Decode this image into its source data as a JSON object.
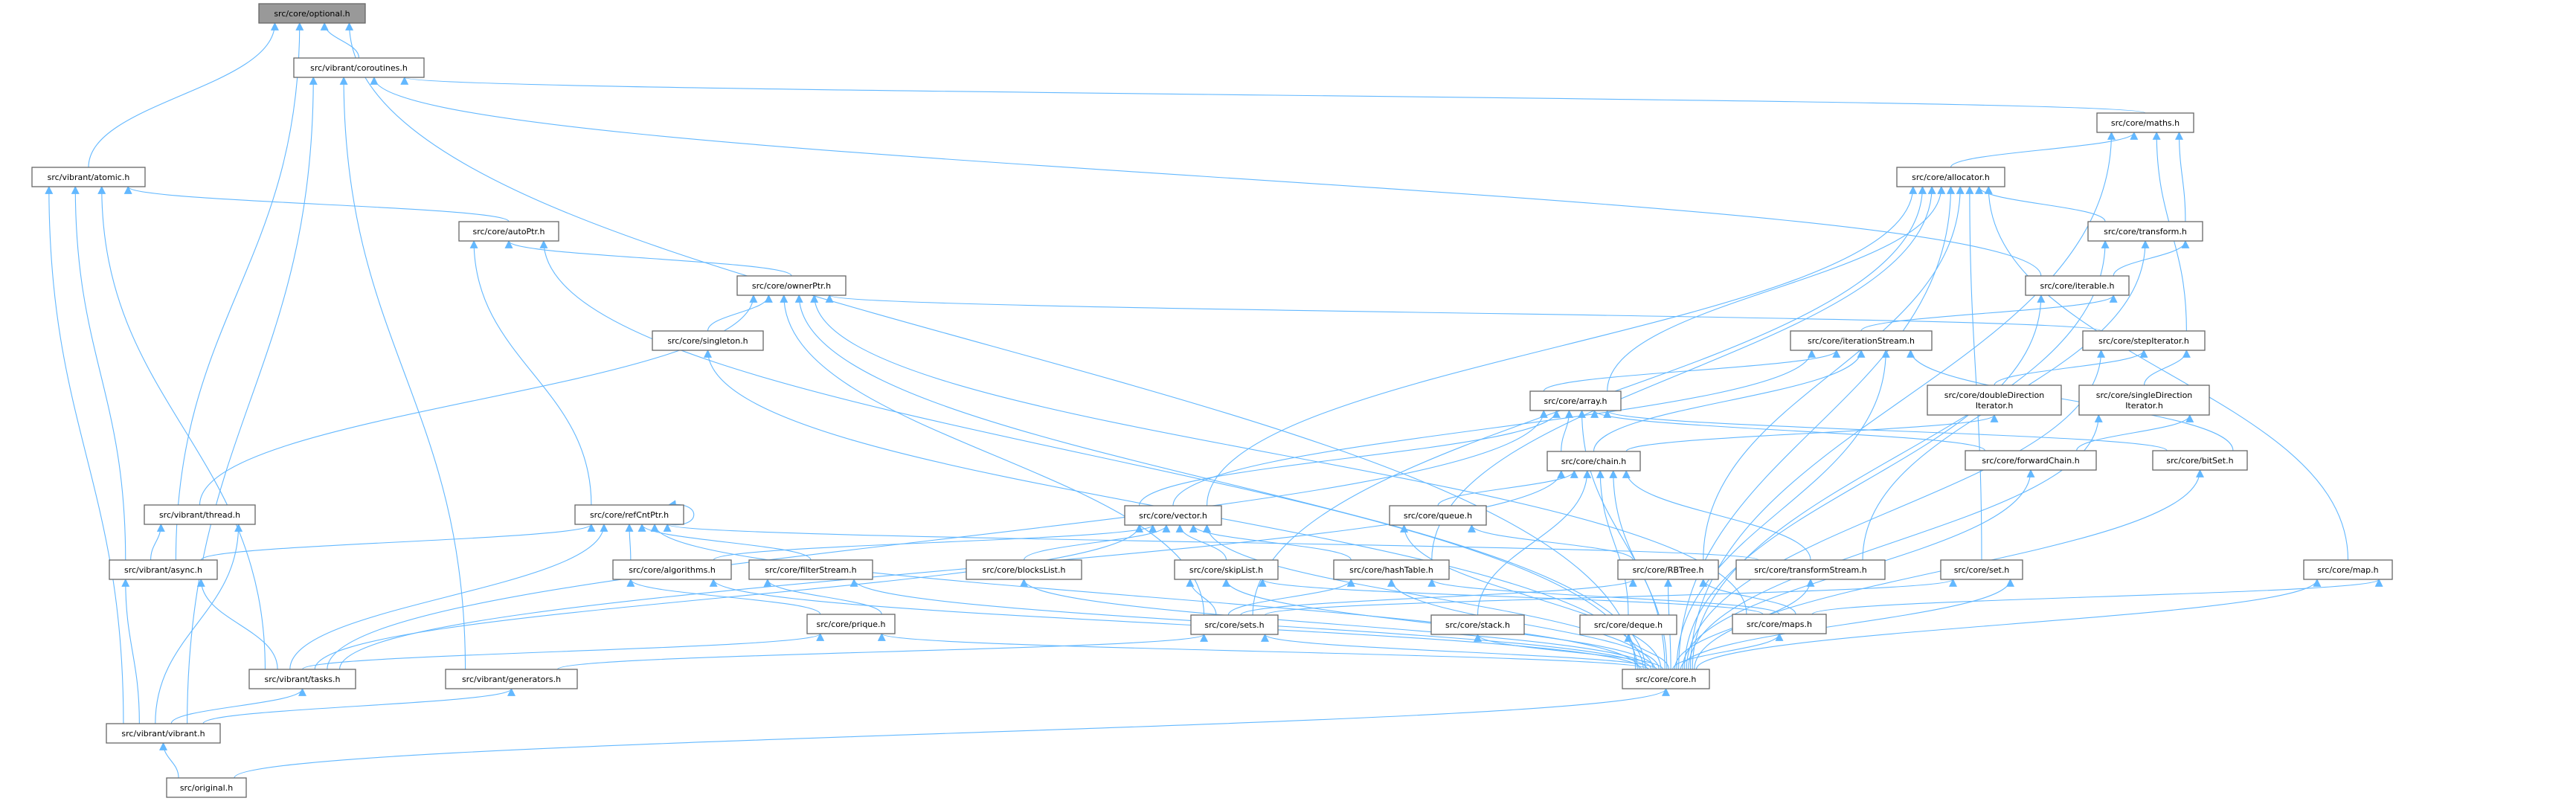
{
  "graph": {
    "root": "optional",
    "colors": {
      "edge": "#63b8ff",
      "root_fill": "#999999",
      "node_fill": "#ffffff",
      "node_border": "#666666"
    },
    "nodes": {
      "optional": {
        "lines": [
          "src/core/optional.h"
        ]
      },
      "coroutines": {
        "lines": [
          "src/vibrant/coroutines.h"
        ]
      },
      "maths": {
        "lines": [
          "src/core/maths.h"
        ]
      },
      "atomic": {
        "lines": [
          "src/vibrant/atomic.h"
        ]
      },
      "allocator": {
        "lines": [
          "src/core/allocator.h"
        ]
      },
      "autoPtr": {
        "lines": [
          "src/core/autoPtr.h"
        ]
      },
      "transform": {
        "lines": [
          "src/core/transform.h"
        ]
      },
      "ownerPtr": {
        "lines": [
          "src/core/ownerPtr.h"
        ]
      },
      "iterable": {
        "lines": [
          "src/core/iterable.h"
        ]
      },
      "singleton": {
        "lines": [
          "src/core/singleton.h"
        ]
      },
      "iterationStream": {
        "lines": [
          "src/core/iterationStream.h"
        ]
      },
      "stepIterator": {
        "lines": [
          "src/core/stepIterator.h"
        ]
      },
      "array": {
        "lines": [
          "src/core/array.h"
        ]
      },
      "doubleDirection": {
        "lines": [
          "src/core/doubleDirection",
          "Iterator.h"
        ]
      },
      "singleDirection": {
        "lines": [
          "src/core/singleDirection",
          "Iterator.h"
        ]
      },
      "chain": {
        "lines": [
          "src/core/chain.h"
        ]
      },
      "forwardChain": {
        "lines": [
          "src/core/forwardChain.h"
        ]
      },
      "bitSet": {
        "lines": [
          "src/core/bitSet.h"
        ]
      },
      "thread": {
        "lines": [
          "src/vibrant/thread.h"
        ]
      },
      "refCntPtr": {
        "lines": [
          "src/core/refCntPtr.h"
        ]
      },
      "vector": {
        "lines": [
          "src/core/vector.h"
        ]
      },
      "queue": {
        "lines": [
          "src/core/queue.h"
        ]
      },
      "async": {
        "lines": [
          "src/vibrant/async.h"
        ]
      },
      "algorithms": {
        "lines": [
          "src/core/algorithms.h"
        ]
      },
      "filterStream": {
        "lines": [
          "src/core/filterStream.h"
        ]
      },
      "blocksList": {
        "lines": [
          "src/core/blocksList.h"
        ]
      },
      "skipList": {
        "lines": [
          "src/core/skipList.h"
        ]
      },
      "hashTable": {
        "lines": [
          "src/core/hashTable.h"
        ]
      },
      "RBTree": {
        "lines": [
          "src/core/RBTree.h"
        ]
      },
      "transformStream": {
        "lines": [
          "src/core/transformStream.h"
        ]
      },
      "set": {
        "lines": [
          "src/core/set.h"
        ]
      },
      "map": {
        "lines": [
          "src/core/map.h"
        ]
      },
      "prique": {
        "lines": [
          "src/core/prique.h"
        ]
      },
      "sets": {
        "lines": [
          "src/core/sets.h"
        ]
      },
      "stack": {
        "lines": [
          "src/core/stack.h"
        ]
      },
      "deque": {
        "lines": [
          "src/core/deque.h"
        ]
      },
      "maps": {
        "lines": [
          "src/core/maps.h"
        ]
      },
      "tasks": {
        "lines": [
          "src/vibrant/tasks.h"
        ]
      },
      "generators": {
        "lines": [
          "src/vibrant/generators.h"
        ]
      },
      "core": {
        "lines": [
          "src/core/core.h"
        ]
      },
      "vibrant": {
        "lines": [
          "src/vibrant/vibrant.h"
        ]
      },
      "original": {
        "lines": [
          "src/original.h"
        ]
      }
    },
    "edges": [
      [
        "coroutines",
        "optional"
      ],
      [
        "atomic",
        "optional"
      ],
      [
        "async",
        "optional"
      ],
      [
        "core",
        "optional"
      ],
      [
        "vibrant",
        "coroutines"
      ],
      [
        "generators",
        "coroutines"
      ],
      [
        "maths",
        "coroutines"
      ],
      [
        "iterable",
        "coroutines"
      ],
      [
        "autoPtr",
        "atomic"
      ],
      [
        "vibrant",
        "atomic"
      ],
      [
        "async",
        "atomic"
      ],
      [
        "tasks",
        "atomic"
      ],
      [
        "ownerPtr",
        "autoPtr"
      ],
      [
        "core",
        "autoPtr"
      ],
      [
        "refCntPtr",
        "autoPtr"
      ],
      [
        "thread",
        "ownerPtr"
      ],
      [
        "singleton",
        "ownerPtr"
      ],
      [
        "core",
        "ownerPtr"
      ],
      [
        "sets",
        "ownerPtr"
      ],
      [
        "stepIterator",
        "ownerPtr"
      ],
      [
        "maps",
        "ownerPtr"
      ],
      [
        "core",
        "singleton"
      ],
      [
        "async",
        "thread"
      ],
      [
        "vibrant",
        "thread"
      ],
      [
        "async",
        "refCntPtr"
      ],
      [
        "tasks",
        "refCntPtr"
      ],
      [
        "algorithms",
        "refCntPtr"
      ],
      [
        "filterStream",
        "refCntPtr"
      ],
      [
        "core",
        "refCntPtr"
      ],
      [
        "refCntPtr",
        "refCntPtr"
      ],
      [
        "transformStream",
        "refCntPtr"
      ],
      [
        "vibrant",
        "async"
      ],
      [
        "tasks",
        "async"
      ],
      [
        "vibrant",
        "tasks"
      ],
      [
        "vibrant",
        "generators"
      ],
      [
        "original",
        "vibrant"
      ],
      [
        "original",
        "core"
      ],
      [
        "prique",
        "algorithms"
      ],
      [
        "core",
        "algorithms"
      ],
      [
        "core",
        "filterStream"
      ],
      [
        "prique",
        "filterStream"
      ],
      [
        "tasks",
        "prique"
      ],
      [
        "core",
        "prique"
      ],
      [
        "allocator",
        "maths"
      ],
      [
        "transform",
        "maths"
      ],
      [
        "stepIterator",
        "maths"
      ],
      [
        "core",
        "maths"
      ],
      [
        "transform",
        "allocator"
      ],
      [
        "array",
        "allocator"
      ],
      [
        "vector",
        "allocator"
      ],
      [
        "RBTree",
        "allocator"
      ],
      [
        "hashTable",
        "allocator"
      ],
      [
        "set",
        "allocator"
      ],
      [
        "map",
        "allocator"
      ],
      [
        "core",
        "allocator"
      ],
      [
        "sets",
        "allocator"
      ],
      [
        "iterable",
        "transform"
      ],
      [
        "transformStream",
        "transform"
      ],
      [
        "core",
        "transform"
      ],
      [
        "iterationStream",
        "iterable"
      ],
      [
        "core",
        "iterable"
      ],
      [
        "array",
        "iterationStream"
      ],
      [
        "vector",
        "iterationStream"
      ],
      [
        "chain",
        "iterationStream"
      ],
      [
        "bitSet",
        "iterationStream"
      ],
      [
        "core",
        "iterationStream"
      ],
      [
        "doubleDirection",
        "stepIterator"
      ],
      [
        "singleDirection",
        "stepIterator"
      ],
      [
        "core",
        "stepIterator"
      ],
      [
        "chain",
        "array"
      ],
      [
        "vector",
        "array"
      ],
      [
        "forwardChain",
        "array"
      ],
      [
        "bitSet",
        "array"
      ],
      [
        "tasks",
        "array"
      ],
      [
        "core",
        "array"
      ],
      [
        "chain",
        "doubleDirection"
      ],
      [
        "forwardChain",
        "singleDirection"
      ],
      [
        "core",
        "singleDirection"
      ],
      [
        "core",
        "forwardChain"
      ],
      [
        "core",
        "bitSet"
      ],
      [
        "queue",
        "chain"
      ],
      [
        "stack",
        "chain"
      ],
      [
        "deque",
        "chain"
      ],
      [
        "core",
        "chain"
      ],
      [
        "transformStream",
        "chain"
      ],
      [
        "tasks",
        "chain"
      ],
      [
        "blocksList",
        "vector"
      ],
      [
        "skipList",
        "vector"
      ],
      [
        "hashTable",
        "vector"
      ],
      [
        "tasks",
        "vector"
      ],
      [
        "algorithms",
        "vector"
      ],
      [
        "core",
        "vector"
      ],
      [
        "RBTree",
        "queue"
      ],
      [
        "core",
        "queue"
      ],
      [
        "sets",
        "skipList"
      ],
      [
        "sets",
        "hashTable"
      ],
      [
        "sets",
        "RBTree"
      ],
      [
        "maps",
        "skipList"
      ],
      [
        "maps",
        "hashTable"
      ],
      [
        "maps",
        "RBTree"
      ],
      [
        "core",
        "blocksList"
      ],
      [
        "core",
        "RBTree"
      ],
      [
        "core",
        "skipList"
      ],
      [
        "core",
        "hashTable"
      ],
      [
        "core",
        "stack"
      ],
      [
        "core",
        "deque"
      ],
      [
        "core",
        "maps"
      ],
      [
        "core",
        "sets"
      ],
      [
        "core",
        "set"
      ],
      [
        "core",
        "map"
      ],
      [
        "core",
        "transformStream"
      ],
      [
        "sets",
        "set"
      ],
      [
        "maps",
        "map"
      ],
      [
        "generators",
        "sets"
      ]
    ]
  }
}
